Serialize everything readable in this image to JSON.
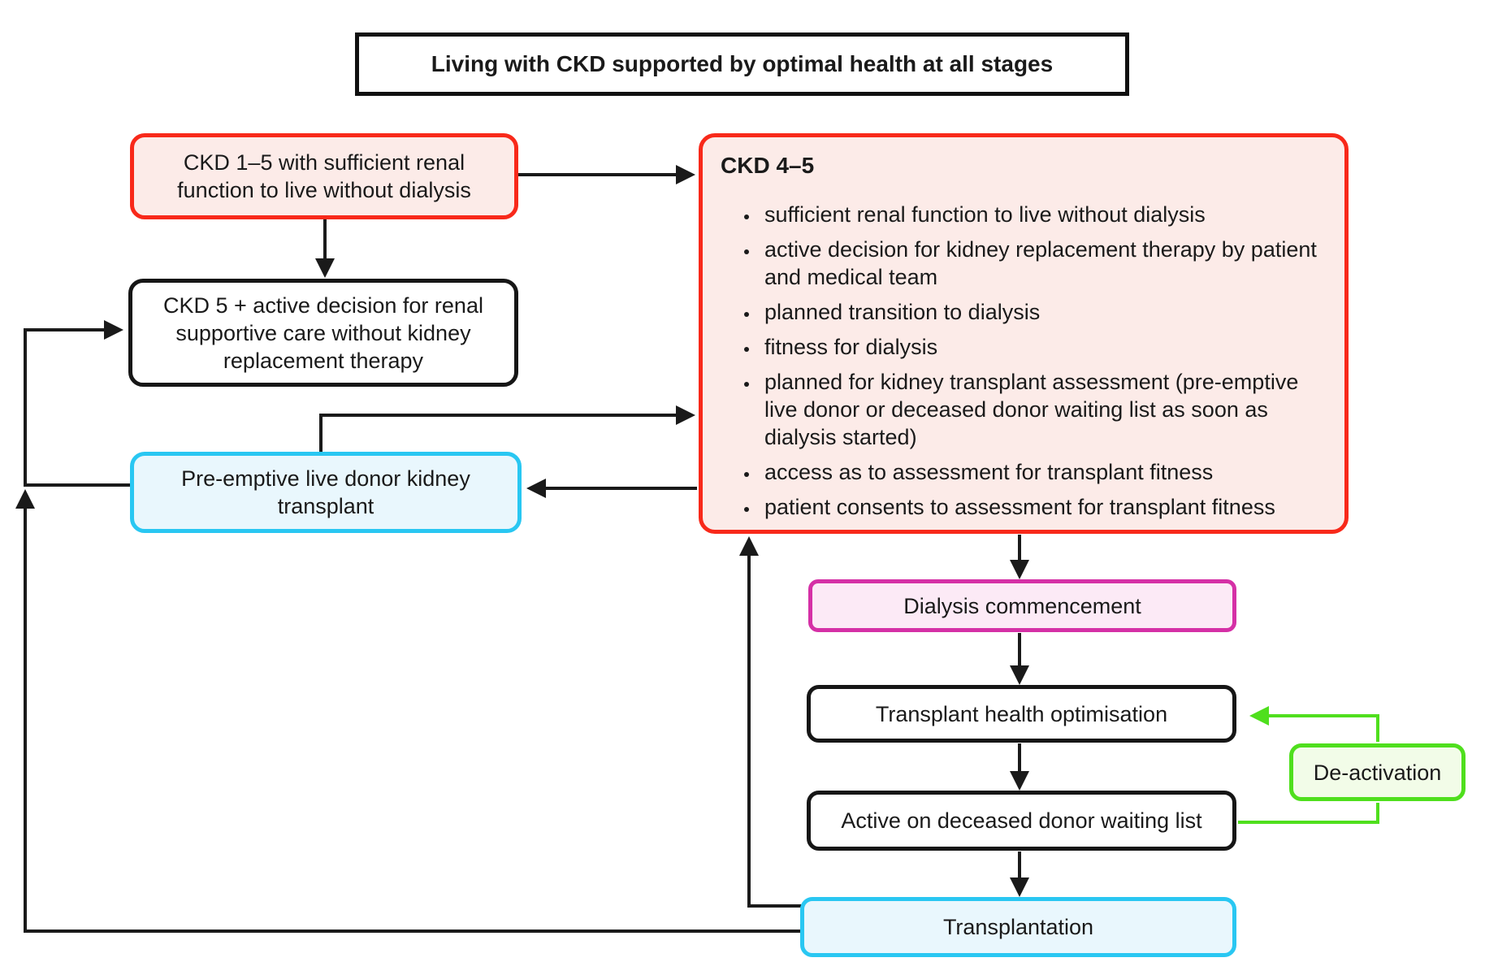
{
  "title": "Living with CKD supported by optimal health at all stages",
  "colors": {
    "red_border": "#f8291a",
    "red_fill": "#fcebe8",
    "cyan_border": "#29c7f2",
    "cyan_fill": "#e9f7fd",
    "magenta_border": "#d530a6",
    "magenta_fill": "#fceaf6",
    "green_border": "#4fdf1d",
    "green_fill": "#f2fce8",
    "black": "#161616"
  },
  "boxes": {
    "ckd15": {
      "label": "CKD 1–5 with sufficient renal function to live without dialysis"
    },
    "ckd5_supportive": {
      "label": "CKD 5 + active decision for renal supportive care without kidney replacement therapy"
    },
    "preemptive": {
      "label": "Pre-emptive live donor kidney transplant"
    },
    "ckd45": {
      "heading": "CKD 4–5",
      "bullets": [
        "sufficient renal function to live without dialysis",
        "active decision for kidney replacement therapy by patient and medical team",
        "planned transition to dialysis",
        "fitness for dialysis",
        "planned for kidney transplant assessment (pre-emptive live donor or deceased donor waiting list as soon as dialysis started)",
        "access as to assessment for transplant fitness",
        "patient consents to assessment for transplant fitness"
      ]
    },
    "dialysis": {
      "label": "Dialysis commencement"
    },
    "transplant_health": {
      "label": "Transplant health optimisation"
    },
    "active_list": {
      "label": "Active on deceased donor waiting list"
    },
    "transplantation": {
      "label": "Transplantation"
    },
    "deactivation": {
      "label": "De-activation"
    }
  }
}
